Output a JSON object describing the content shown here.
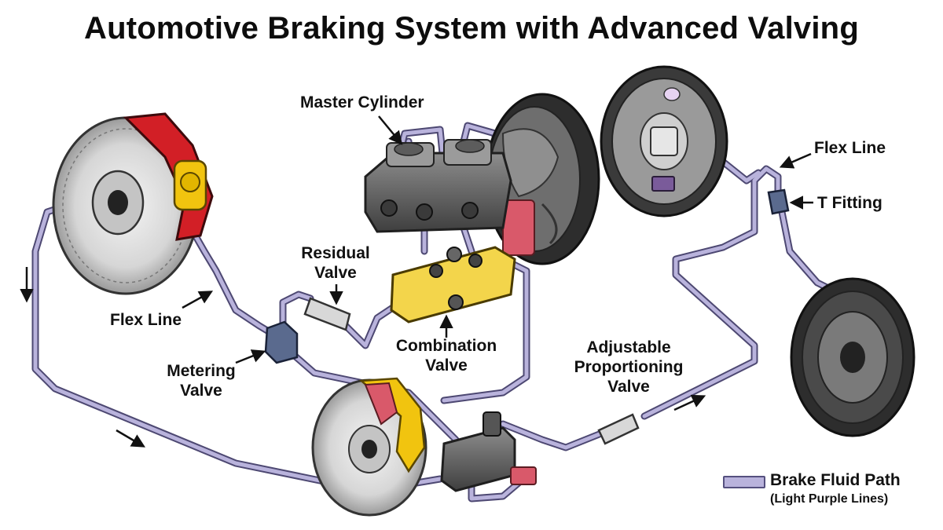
{
  "title": "Automotive Braking System with Advanced Valving",
  "labels": {
    "master_cylinder": "Master Cylinder",
    "residual_valve_1": "Residual",
    "residual_valve_2": "Valve",
    "flex_line_left": "Flex Line",
    "metering_valve_1": "Metering",
    "metering_valve_2": "Valve",
    "combination_valve_1": "Combination",
    "combination_valve_2": "Valve",
    "adjustable_valve_1": "Adjustable",
    "adjustable_valve_2": "Proportioning",
    "adjustable_valve_3": "Valve",
    "flex_line_right": "Flex Line",
    "t_fitting": "T Fitting"
  },
  "legend": {
    "title": "Brake Fluid Path",
    "subtitle": "(Light Purple Lines)"
  },
  "colors": {
    "brake_line": "#b9b3dc",
    "brake_line_outline": "#4d4872",
    "caliper_red": "#d21f26",
    "caliper_yellow": "#f1c40f",
    "combination_valve": "#f3d54b",
    "metal_dark": "#4a4a4a",
    "metal_light": "#8c8c8c",
    "booster_dark": "#2d2d2d"
  }
}
